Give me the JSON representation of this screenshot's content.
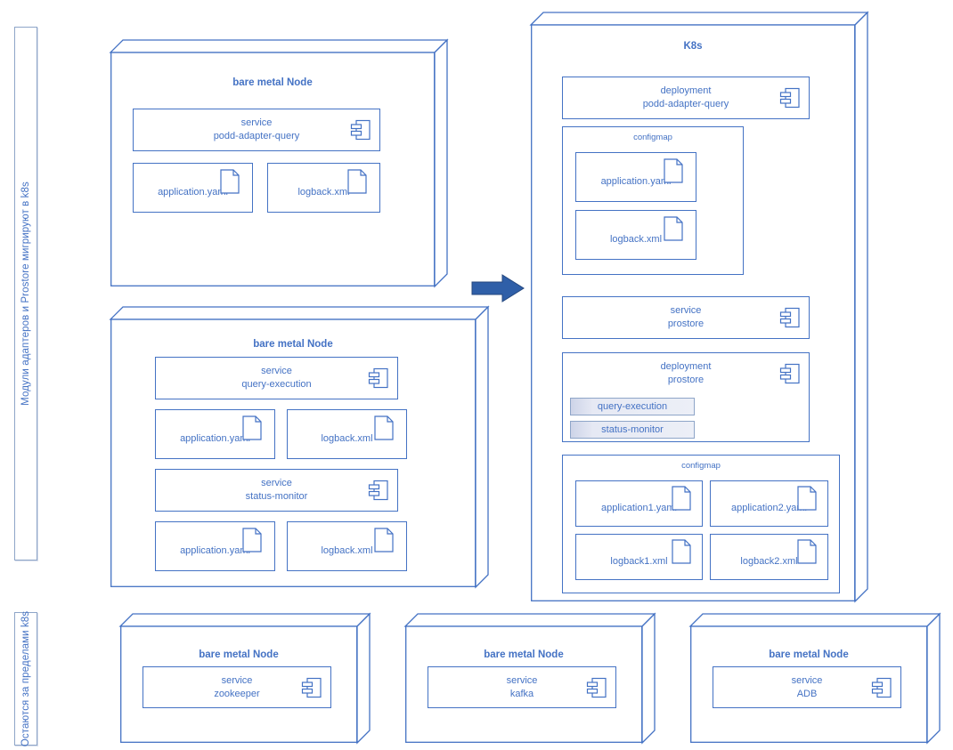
{
  "rails": [
    {
      "name": "rail-migrating",
      "text": "Модули адаптеров и Prostore мигрируют в k8s"
    },
    {
      "name": "rail-outside",
      "text": "Остаются за пределами k8s"
    }
  ],
  "labels": {
    "bare_metal_node": "bare metal Node",
    "k8s": "K8s",
    "configmap": "configmap",
    "service": "service",
    "deployment": "deployment"
  },
  "nodes": {
    "node_adapter": {
      "title": "bare metal Node",
      "service": {
        "kind": "service",
        "name": "podd-adapter-query"
      },
      "artifacts": [
        "application.yaml",
        "logback.xml"
      ]
    },
    "node_prostore": {
      "title": "bare metal Node",
      "service1": {
        "kind": "service",
        "name": "query-execution"
      },
      "artifacts1": [
        "application.yaml",
        "logback.xml"
      ],
      "service2": {
        "kind": "service",
        "name": "status-monitor"
      },
      "artifacts2": [
        "application.yaml",
        "logback.xml"
      ]
    },
    "node_zookeeper": {
      "title": "bare metal Node",
      "service": {
        "kind": "service",
        "name": "zookeeper"
      }
    },
    "node_kafka": {
      "title": "bare metal Node",
      "service": {
        "kind": "service",
        "name": "kafka"
      }
    },
    "node_adb": {
      "title": "bare metal Node",
      "service": {
        "kind": "service",
        "name": "ADB"
      }
    }
  },
  "k8s": {
    "title": "K8s",
    "deployment_adapter": {
      "kind": "deployment",
      "name": "podd-adapter-query"
    },
    "configmap_adapter": {
      "label": "configmap",
      "artifacts": [
        "application.yaml",
        "logback.xml"
      ]
    },
    "service_prostore": {
      "kind": "service",
      "name": "prostore"
    },
    "deployment_prostore": {
      "kind": "deployment",
      "name": "prostore",
      "pods": [
        "query-execution",
        "status-monitor"
      ]
    },
    "configmap_prostore": {
      "label": "configmap",
      "artifacts": [
        "application1.yaml",
        "application2.yaml",
        "logback1.xml",
        "logback2.xml"
      ]
    }
  },
  "arrow": {
    "name": "migration-arrow",
    "direction": "right"
  },
  "colors": {
    "stroke": "#4472c4",
    "text": "#4472c4",
    "arrow": "#2f5fa8",
    "pod_fill": "#e6e9f4",
    "rail_border": "#8ea5c8",
    "background": "#ffffff"
  }
}
